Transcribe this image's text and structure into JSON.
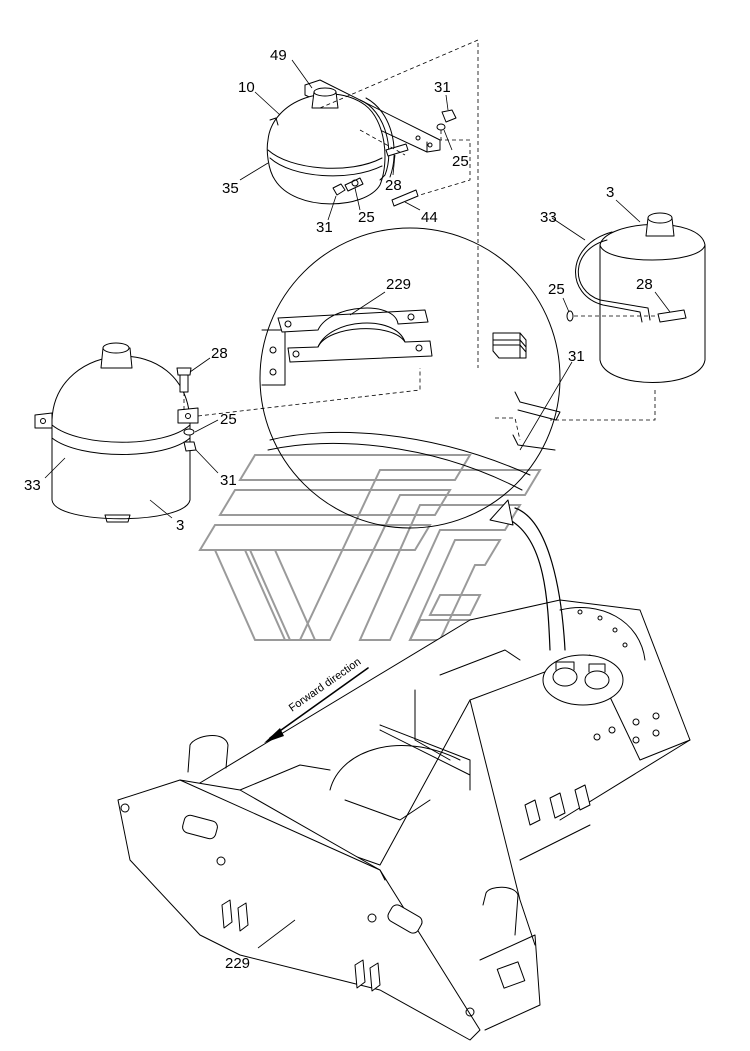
{
  "callouts": {
    "c49": "49",
    "c10": "10",
    "c31_top": "31",
    "c25_top": "25",
    "c35": "35",
    "c28_top": "28",
    "c31_mid": "31",
    "c25_mid": "25",
    "c44": "44",
    "c3_right": "3",
    "c33_right": "33",
    "c229_detail": "229",
    "c25_right": "25",
    "c28_right": "28",
    "c31_right": "31",
    "c28_left": "28",
    "c25_left": "25",
    "c33_left": "33",
    "c31_left": "31",
    "c3_left": "3",
    "c229_frame": "229"
  },
  "annotation": {
    "forward_direction": "Forward direction"
  }
}
